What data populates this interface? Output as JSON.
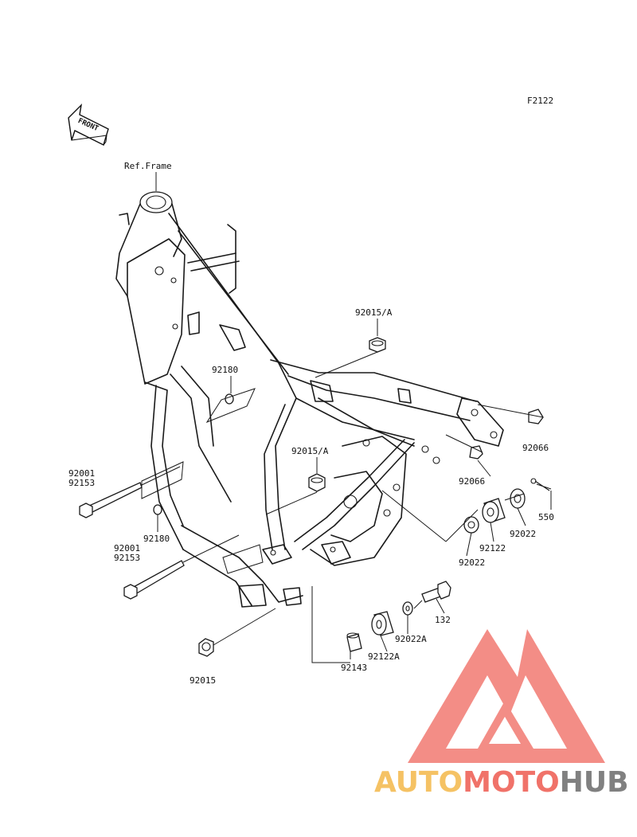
{
  "diagram": {
    "figure_code": "F2122",
    "front_label": "FRONT",
    "ref_frame_label": "Ref.Frame",
    "callouts": {
      "c92015a_top": "92015/A",
      "c92180_top": "92180",
      "c92015a_mid": "92015/A",
      "c92066_right": "92066",
      "c92066_mid": "92066",
      "c550": "550",
      "c92022_right": "92022",
      "c92122": "92122",
      "c92022_mid": "92022",
      "c92001_a": "92001",
      "c92153_a": "92153",
      "c92180_bottom": "92180",
      "c92001_b": "92001",
      "c92153_b": "92153",
      "c132": "132",
      "c92022a": "92022A",
      "c92122a": "92122A",
      "c92143": "92143",
      "c92015": "92015"
    }
  },
  "watermark": {
    "part1": "AUTO",
    "part2": "MOTO",
    "part3": "HUB",
    "colors": {
      "auto": "#f4b84a",
      "moto": "#ee5a4f",
      "hub": "#6b6b6b",
      "triangle": "#f17a72"
    }
  }
}
